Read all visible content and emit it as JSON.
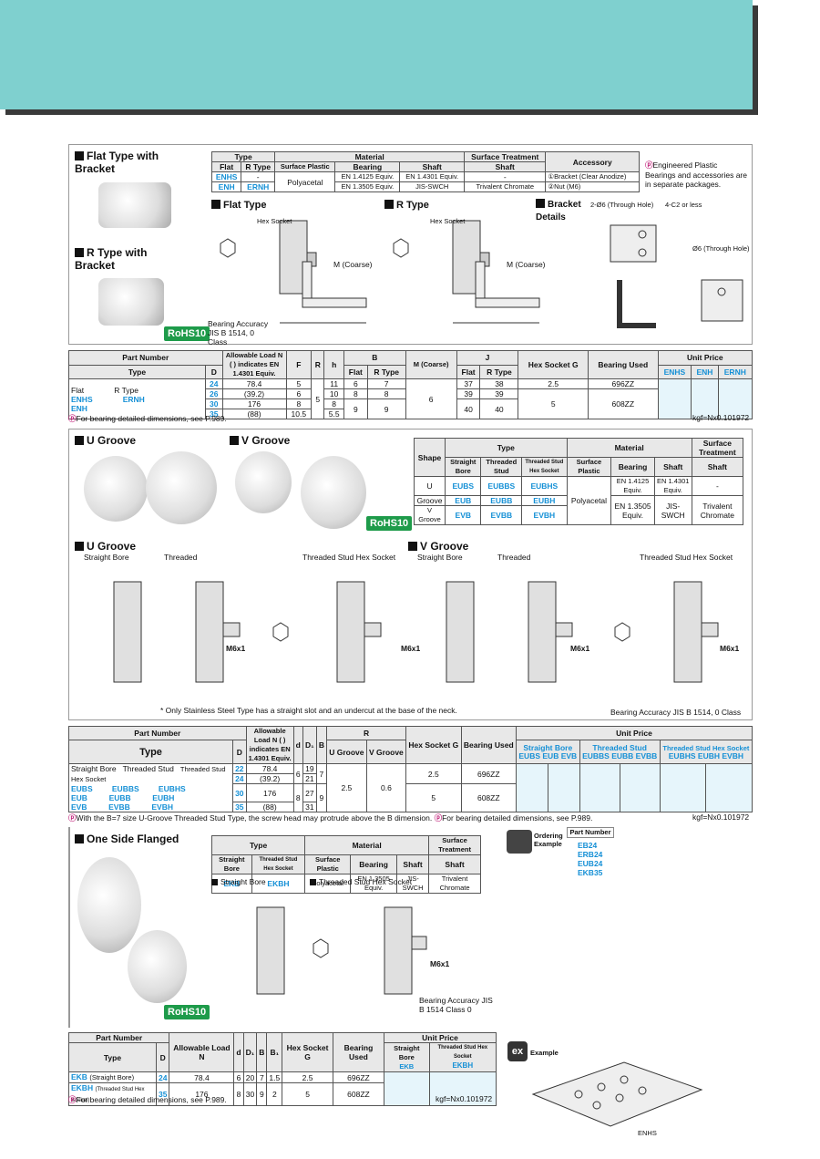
{
  "sec1": {
    "flat_type": "Flat Type with Bracket",
    "r_type": "R Type with Bracket",
    "type_table": {
      "type": "Type",
      "flat": "Flat",
      "rtype": "R Type",
      "material": "Material",
      "surface": "Surface Treatment",
      "surface_plastic": "Surface Plastic",
      "bearing": "Bearing",
      "shaft": "Shaft",
      "shaft2": "Shaft",
      "accessory": "Accessory",
      "rows": [
        [
          "ENHS",
          "-",
          "Polyacetal",
          "EN 1.4125 Equiv.",
          "EN 1.4301 Equiv.",
          "-",
          "①Bracket (Clear Anodize)"
        ],
        [
          "ENH",
          "ERNH",
          "",
          "EN 1.3505 Equiv.",
          "JIS-SWCH",
          "Trivalent Chromate",
          "②Nut (M6)"
        ]
      ]
    },
    "side_note": "Engineered Plastic Bearings and accessories are in separate packages.",
    "labels": {
      "flat": "Flat Type",
      "r": "R Type",
      "bracket": "Bracket Details",
      "hole": "2-Ø6 (Through Hole)",
      "c2": "4-C2 or less",
      "hole2": "Ø6 (Through Hole)",
      "m": "M (Coarse)",
      "hex": "Hex Socket",
      "acc": "Bearing Accuracy JIS B 1514, 0 Class"
    },
    "pn_table": {
      "h": [
        "Part Number",
        "Allowable Load N ( ) indicates EN 1.4301 Equiv.",
        "F",
        "R",
        "h",
        "B",
        "M (Coarse)",
        "J",
        "Hex Socket G",
        "Bearing Used",
        "Unit Price"
      ],
      "sub": [
        "Type",
        "D",
        "Flat",
        "R Type",
        "Flat",
        "R Type",
        "ENHS",
        "ENH",
        "ERNH"
      ],
      "types": [
        "Flat",
        "ENHS",
        "ENH",
        "R Type",
        "ERNH"
      ],
      "rows": [
        [
          "24",
          "78.4",
          "5",
          "",
          "11",
          "6",
          "7",
          "",
          "37",
          "38",
          "2.5",
          "696ZZ"
        ],
        [
          "26",
          "(39.2)",
          "6",
          "5",
          "10",
          "8",
          "8",
          "6",
          "39",
          "39",
          "",
          ""
        ],
        [
          "30",
          "176",
          "8",
          "",
          "8",
          "9",
          "9",
          "",
          "40",
          "40",
          "5",
          "608ZZ"
        ],
        [
          "35",
          "(88)",
          "10.5",
          "",
          "5.5",
          "",
          "",
          "",
          "",
          "",
          "",
          ""
        ]
      ]
    },
    "footnote": "For bearing detailed dimensions, see P.989.",
    "kgf": "kgf=Nx0.101972"
  },
  "sec2": {
    "u": "U Groove",
    "v": "V Groove",
    "table": {
      "shape": "Shape",
      "type": "Type",
      "sb": "Straight Bore",
      "ts": "Threaded Stud",
      "tshs": "Threaded Stud Hex Socket",
      "material": "Material",
      "sp": "Surface Plastic",
      "bearing": "Bearing",
      "shaft": "Shaft",
      "st": "Surface Treatment",
      "rows": [
        [
          "U",
          "EUBS",
          "EUBBS",
          "EUBHS",
          "Polyacetal",
          "EN 1.4125 Equiv.",
          "EN 1.4301 Equiv.",
          "-"
        ],
        [
          "Groove",
          "EUB",
          "EUBB",
          "EUBH",
          "",
          "EN 1.3505 Equiv.",
          "JIS-SWCH",
          "Trivalent Chromate"
        ],
        [
          "V Groove",
          "EVB",
          "EVBB",
          "EVBH",
          "",
          "",
          "",
          ""
        ]
      ]
    },
    "labels": {
      "sb": "Straight Bore",
      "th": "Threaded",
      "tshs": "Threaded Stud Hex Socket",
      "m6": "M6x1",
      "note": "* Only Stainless Steel Type has a straight slot and an undercut at the base of the neck.",
      "acc": "Bearing Accuracy JIS B 1514, 0 Class"
    },
    "pn": {
      "h": [
        "Part Number",
        "Allowable Load N ( ) indicates EN 1.4301 Equiv.",
        "d",
        "D₁",
        "B",
        "R",
        "Hex Socket G",
        "Bearing Used",
        "Unit Price"
      ],
      "sub": [
        "Type",
        "D",
        "U Groove",
        "V Groove",
        "Straight Bore",
        "Threaded Stud",
        "Threaded Stud Hex Socket"
      ],
      "types": [
        [
          "Straight Bore",
          "Threaded Stud",
          "Threaded Stud Hex Socket"
        ],
        [
          "EUBS",
          "EUBBS",
          "EUBHS"
        ],
        [
          "EUB",
          "EUBB",
          "EUBH"
        ],
        [
          "EVB",
          "EVBB",
          "EVBH"
        ]
      ],
      "price_heads": [
        "EUBS",
        "EUB EVB",
        "EUBBS",
        "EUBB EVBB",
        "EUBHS",
        "EUBH EVBH"
      ],
      "rows": [
        [
          "22",
          "78.4",
          "6",
          "19",
          "7",
          "2.5",
          "0.6",
          "2.5",
          "696ZZ"
        ],
        [
          "24",
          "(39.2)",
          "",
          "21",
          "",
          "",
          "",
          "",
          ""
        ],
        [
          "30",
          "176",
          "8",
          "27",
          "9",
          "",
          "",
          "5",
          "608ZZ"
        ],
        [
          "35",
          "(88)",
          "",
          "31",
          "",
          "",
          "",
          "",
          ""
        ]
      ]
    },
    "footnote": "With the B=7 size U-Groove Threaded Stud Type, the screw head may protrude above the B dimension.",
    "footnote2": "For bearing detailed dimensions, see P.989.",
    "kgf": "kgf=Nx0.101972"
  },
  "sec3": {
    "title": "One Side Flanged",
    "table": {
      "type": "Type",
      "sb": "Straight Bore",
      "tshs": "Threaded Stud Hex Socket",
      "material": "Material",
      "sp": "Surface Plastic",
      "bearing": "Bearing",
      "shaft": "Shaft",
      "st": "Surface Treatment",
      "row": [
        "EKB",
        "EKBH",
        "Polyacetal",
        "EN 1.3505 Equiv.",
        "JIS-SWCH",
        "Trivalent Chromate"
      ]
    },
    "labels": {
      "sb": "Straight Bore",
      "tshs": "Threaded Stud Hex Socket",
      "m6": "M6x1",
      "acc": "Bearing Accuracy JIS B 1514 Class 0"
    },
    "pn": {
      "h": [
        "Part Number",
        "Allowable Load N",
        "d",
        "D₁",
        "B",
        "B₁",
        "Hex Socket G",
        "Bearing Used",
        "Unit Price"
      ],
      "sub": [
        "Type",
        "D",
        "Straight Bore",
        "Threaded Stud Hex Socket",
        "EKB",
        "EKBH"
      ],
      "rows": [
        [
          "EKB",
          "(Straight Bore)",
          "24",
          "78.4",
          "6",
          "20",
          "7",
          "1.5",
          "2.5",
          "696ZZ"
        ],
        [
          "EKBH",
          "(Threaded Stud Hex Socket)",
          "35",
          "176",
          "8",
          "30",
          "9",
          "2",
          "5",
          "608ZZ"
        ]
      ]
    },
    "footnote": "For bearing detailed dimensions, see P.989.",
    "kgf": "kgf=Nx0.101972"
  },
  "ordering": {
    "label": "Ordering Example",
    "pn": "Part Number",
    "items": [
      "EB24",
      "ERB24",
      "EUB24",
      "EKB35"
    ]
  },
  "example": {
    "label": "Example",
    "cap": "ENHS"
  },
  "rohs": "RoHS10"
}
